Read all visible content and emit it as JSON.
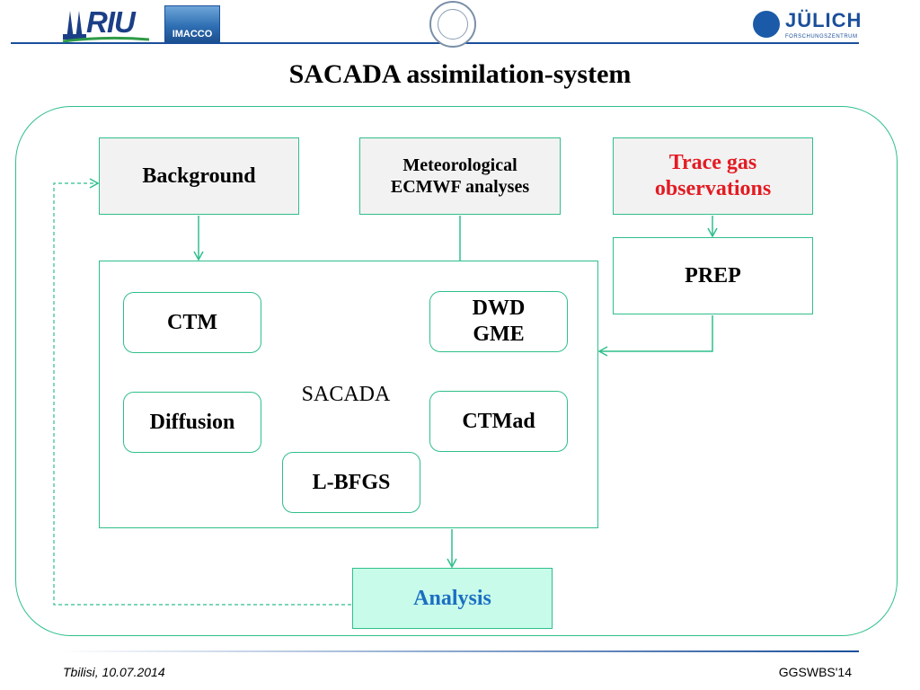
{
  "header": {
    "logo_left_text": "RIU",
    "logo_second_text": "IMACCO",
    "logo_right_text": "JÜLICH",
    "logo_right_subtext": "FORSCHUNGSZENTRUM"
  },
  "title": "SACADA assimilation-system",
  "diagram": {
    "background": "Background",
    "meteorological_line1": "Meteorological",
    "meteorological_line2": "ECMWF analyses",
    "trace_gas_line1": "Trace gas",
    "trace_gas_line2": "observations",
    "prep": "PREP",
    "sacada": "SACADA",
    "ctm": "CTM",
    "dwd_line1": "DWD",
    "dwd_line2": "GME",
    "diffusion": "Diffusion",
    "ctmad": "CTMad",
    "lbfgs": "L-BFGS",
    "analysis": "Analysis"
  },
  "footer": {
    "left": "Tbilisi, 10.07.2014",
    "right": "GGSWBS'14"
  },
  "colors": {
    "border": "#2fbf8a",
    "trace_text": "#e31b23",
    "analysis_text": "#1b6fc2",
    "analysis_fill": "#c8fbea",
    "box_gray": "#f2f2f2",
    "brand_blue": "#1b4f9a"
  }
}
